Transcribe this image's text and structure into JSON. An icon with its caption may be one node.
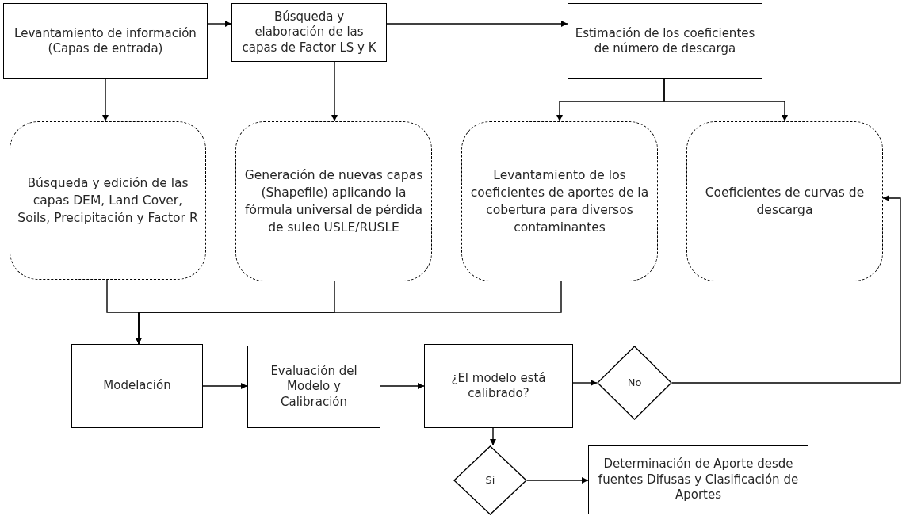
{
  "diagram": {
    "nodes": [
      {
        "text": [
          "Levantamiento de información (Capas de entrada)"
        ]
      },
      {
        "text": [
          "Búsqueda y elaboración de las capas de Factor LS y K"
        ]
      },
      {
        "text": [
          "Estimación de los coeficientes de número de descarga"
        ]
      },
      {
        "text": [
          "Búsqueda y edición de las capas DEM, Land Cover, Soils, Precipitación y Factor R"
        ]
      },
      {
        "text": [
          "Generación de nuevas capas (Shapefile) aplicando la fórmula universal de pérdida de suleo USLE/RUSLE"
        ]
      },
      {
        "text": [
          "Levantamiento de los coeficientes de aportes de la cobertura para diversos contaminantes"
        ]
      },
      {
        "text": [
          "Coeficientes de curvas de descarga"
        ]
      },
      {
        "text": [
          "Modelación"
        ]
      },
      {
        "text": [
          "Evaluación del Modelo y Calibración"
        ]
      },
      {
        "text": [
          "¿El modelo está calibrado?"
        ]
      },
      {
        "text": [
          "No"
        ]
      },
      {
        "text": [
          "Si"
        ]
      },
      {
        "text": [
          "Determinación de Aporte desde fuentes Difusas y Clasificación de Aportes"
        ]
      }
    ],
    "edges": [
      {
        "from": 0,
        "to": 1,
        "arrow": "to"
      },
      {
        "from": 1,
        "to": 2,
        "arrow": "to"
      },
      {
        "from": 0,
        "to": 3,
        "arrow": "to"
      },
      {
        "from": 1,
        "to": 4,
        "arrow": "to"
      },
      {
        "from": 2,
        "to": 5,
        "arrow": "to"
      },
      {
        "from": 2,
        "to": 6,
        "arrow": "to"
      },
      {
        "from": 3,
        "to": 7,
        "arrow": "to"
      },
      {
        "from": 4,
        "to": 7,
        "arrow": "to"
      },
      {
        "from": 5,
        "to": 7,
        "arrow": "to"
      },
      {
        "from": 7,
        "to": 8,
        "arrow": "to"
      },
      {
        "from": 8,
        "to": 9,
        "arrow": "to"
      },
      {
        "from": 9,
        "to": 10,
        "arrow": "to"
      },
      {
        "from": 10,
        "to": 6,
        "arrow": "to"
      },
      {
        "from": 9,
        "to": 11,
        "arrow": "to"
      },
      {
        "from": 11,
        "to": 12,
        "arrow": "to"
      }
    ]
  }
}
